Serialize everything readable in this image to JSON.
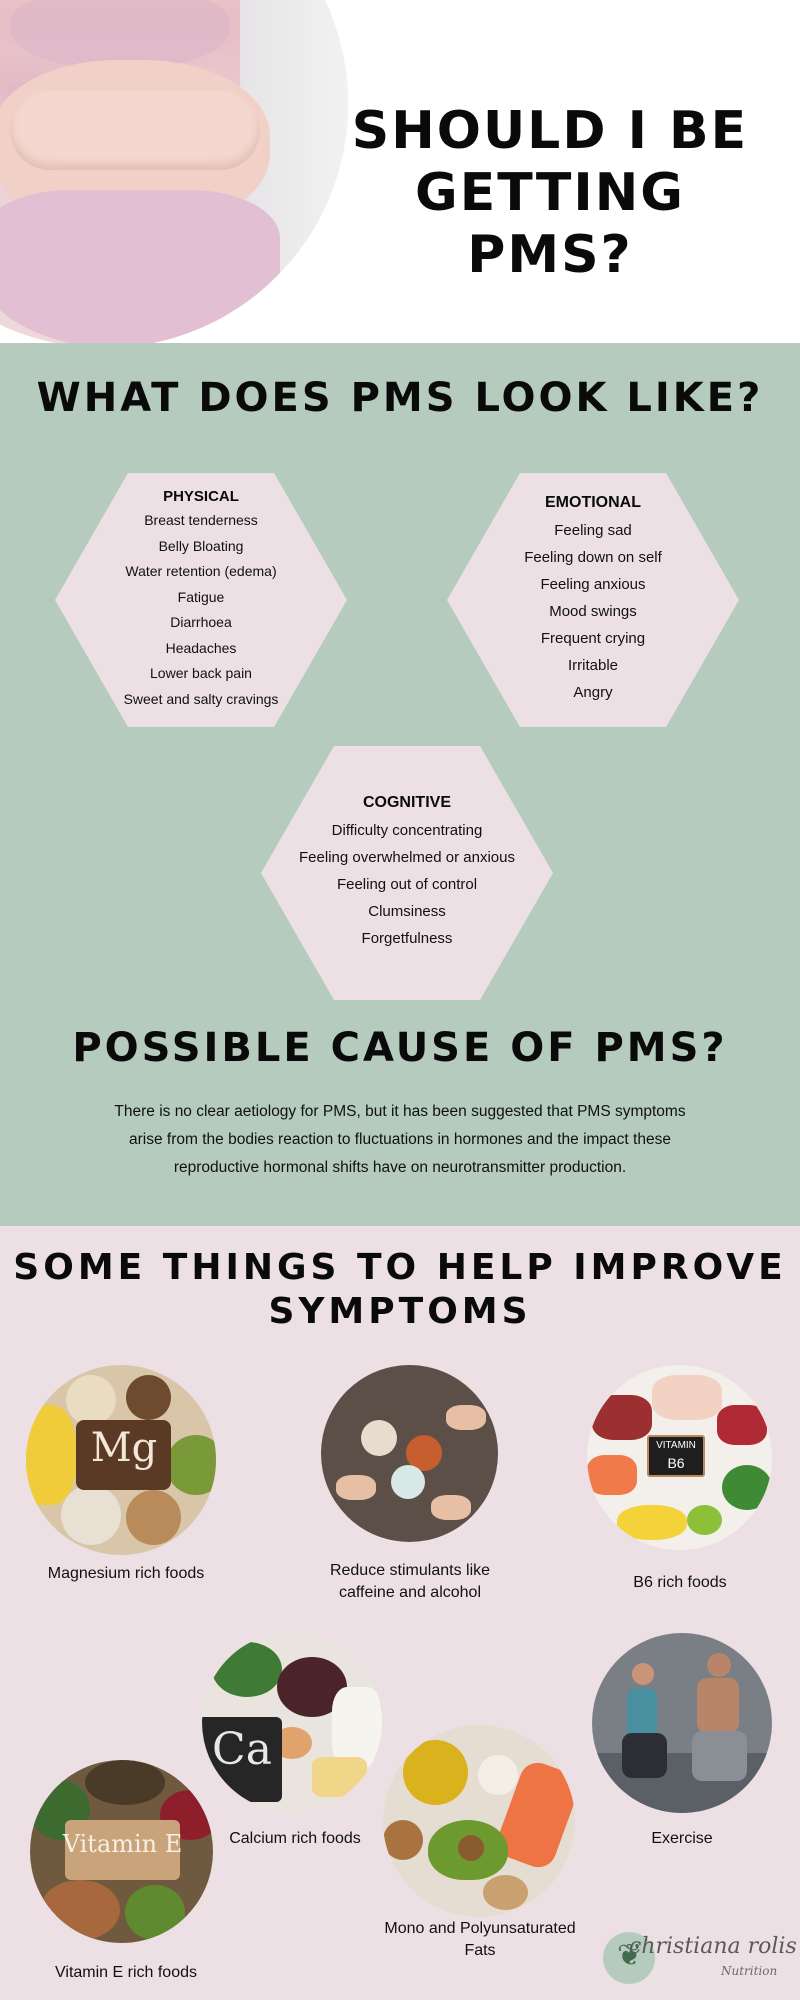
{
  "header": {
    "title_line1": "SHOULD I BE",
    "title_line2": "GETTING PMS?"
  },
  "look": {
    "title": "WHAT DOES PMS LOOK LIKE?",
    "physical": {
      "heading": "PHYSICAL",
      "items": [
        "Breast tenderness",
        "Belly Bloating",
        "Water retention (edema)",
        "Fatigue",
        "Diarrhoea",
        "Headaches",
        "Lower back pain",
        "Sweet and salty cravings"
      ]
    },
    "emotional": {
      "heading": "EMOTIONAL",
      "items": [
        "Feeling sad",
        "Feeling down on self",
        "Feeling anxious",
        "Mood swings",
        "Frequent crying",
        "Irritable",
        "Angry"
      ]
    },
    "cognitive": {
      "heading": "COGNITIVE",
      "items": [
        "Difficulty concentrating",
        "Feeling overwhelmed or anxious",
        "Feeling out of control",
        "Clumsiness",
        "Forgetfulness"
      ]
    }
  },
  "cause": {
    "title": "POSSIBLE CAUSE OF PMS?",
    "text": "There is no clear aetiology for PMS, but it has been suggested that PMS symptoms arise from the bodies reaction to fluctuations in hormones and the impact these reproductive hormonal shifts have on neurotransmitter production."
  },
  "help": {
    "title_line1": "SOME THINGS TO HELP IMPROVE",
    "title_line2": "SYMPTOMS",
    "items": [
      {
        "label": "Magnesium rich foods",
        "image_text": "Mg"
      },
      {
        "label_line1": "Reduce stimulants like",
        "label_line2": "caffeine and alcohol"
      },
      {
        "label": "B6 rich foods",
        "image_text_line1": "VITAMIN",
        "image_text_line2": "B6"
      },
      {
        "label": "Calcium rich foods",
        "image_text": "Ca"
      },
      {
        "label": "Exercise"
      },
      {
        "label": "Vitamin E rich foods",
        "image_text": "Vitamin E"
      },
      {
        "label_line1": "Mono and Polyunsaturated",
        "label_line2": "Fats"
      }
    ]
  },
  "logo": {
    "brand": "christiana rolis",
    "sub": "Nutrition"
  },
  "colors": {
    "green_bg": "#b4cbbd",
    "pink_bg": "#ede0e4",
    "hexagon_fill": "#ede0e4"
  }
}
